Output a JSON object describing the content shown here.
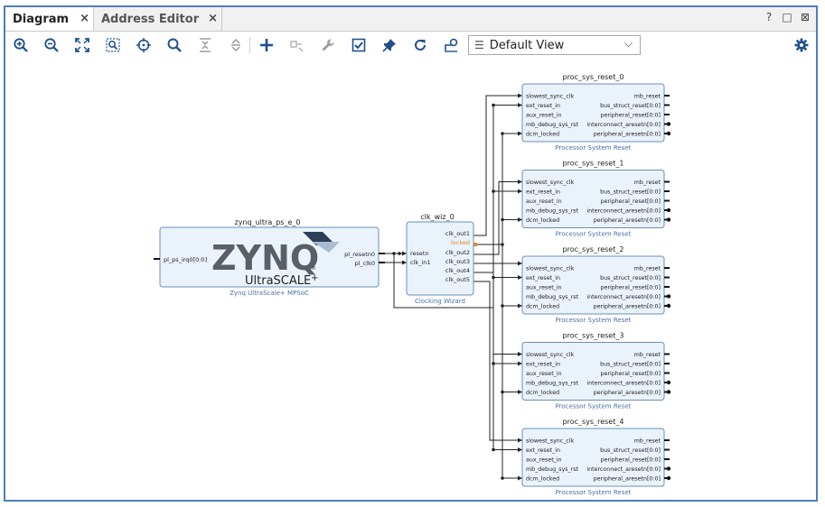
{
  "tabs": [
    {
      "label": "Diagram",
      "close": "×"
    },
    {
      "label": "Address Editor",
      "close": "×"
    }
  ],
  "window_buttons": {
    "help": "?",
    "restore": "□",
    "maximize": "⊠"
  },
  "toolbar": {
    "view_select": {
      "value": "Default View",
      "icon": "list-icon"
    },
    "icons": [
      "zoom-in-icon",
      "zoom-out-icon",
      "zoom-fit-icon",
      "zoom-area-icon",
      "center-icon",
      "search-icon",
      "collapse-icon",
      "expand-icon",
      "add-ip-icon",
      "add-connection-icon",
      "wrench-icon",
      "validate-icon",
      "pin-icon",
      "refresh-icon",
      "optimize-routing-icon",
      "settings-icon"
    ]
  },
  "colors": {
    "border": "#4a7fc0",
    "block_fill": "#eaf3fb",
    "block_stroke": "#6a8fb8",
    "wire": "#222222",
    "accent": "#e08a2c",
    "subtitle": "#4a6fa5"
  },
  "diagram": {
    "zynq": {
      "instance": "zynq_ultra_ps_e_0",
      "logo_text": "ZYNQ",
      "logo_sub": "UltraSCALE",
      "logo_plus": "+",
      "logo_reg": "®",
      "subtitle": "Zynq UltraScale+ MPSoC",
      "in_ports": [
        "pl_ps_irq0[0:0]"
      ],
      "out_ports": [
        "pl_resetn0",
        "pl_clk0"
      ]
    },
    "clk_wiz": {
      "instance": "clk_wiz_0",
      "subtitle": "Clocking Wizard",
      "in_ports": [
        "resetn",
        "clk_in1"
      ],
      "out_ports": [
        "clk_out1",
        "locked",
        "clk_out2",
        "clk_out3",
        "clk_out4",
        "clk_out5"
      ]
    },
    "resets": [
      {
        "instance": "proc_sys_reset_0",
        "subtitle": "Processor System Reset"
      },
      {
        "instance": "proc_sys_reset_1",
        "subtitle": "Processor System Reset"
      },
      {
        "instance": "proc_sys_reset_2",
        "subtitle": "Processor System Reset"
      },
      {
        "instance": "proc_sys_reset_3",
        "subtitle": "Processor System Reset"
      },
      {
        "instance": "proc_sys_reset_4",
        "subtitle": "Processor System Reset"
      }
    ],
    "reset_in_ports": [
      "slowest_sync_clk",
      "ext_reset_in",
      "aux_reset_in",
      "mb_debug_sys_rst",
      "dcm_locked"
    ],
    "reset_out_ports": [
      "mb_reset",
      "bus_struct_reset[0:0]",
      "peripheral_reset[0:0]",
      "interconnect_aresetn[0:0]",
      "peripheral_aresetn[0:0]"
    ]
  }
}
